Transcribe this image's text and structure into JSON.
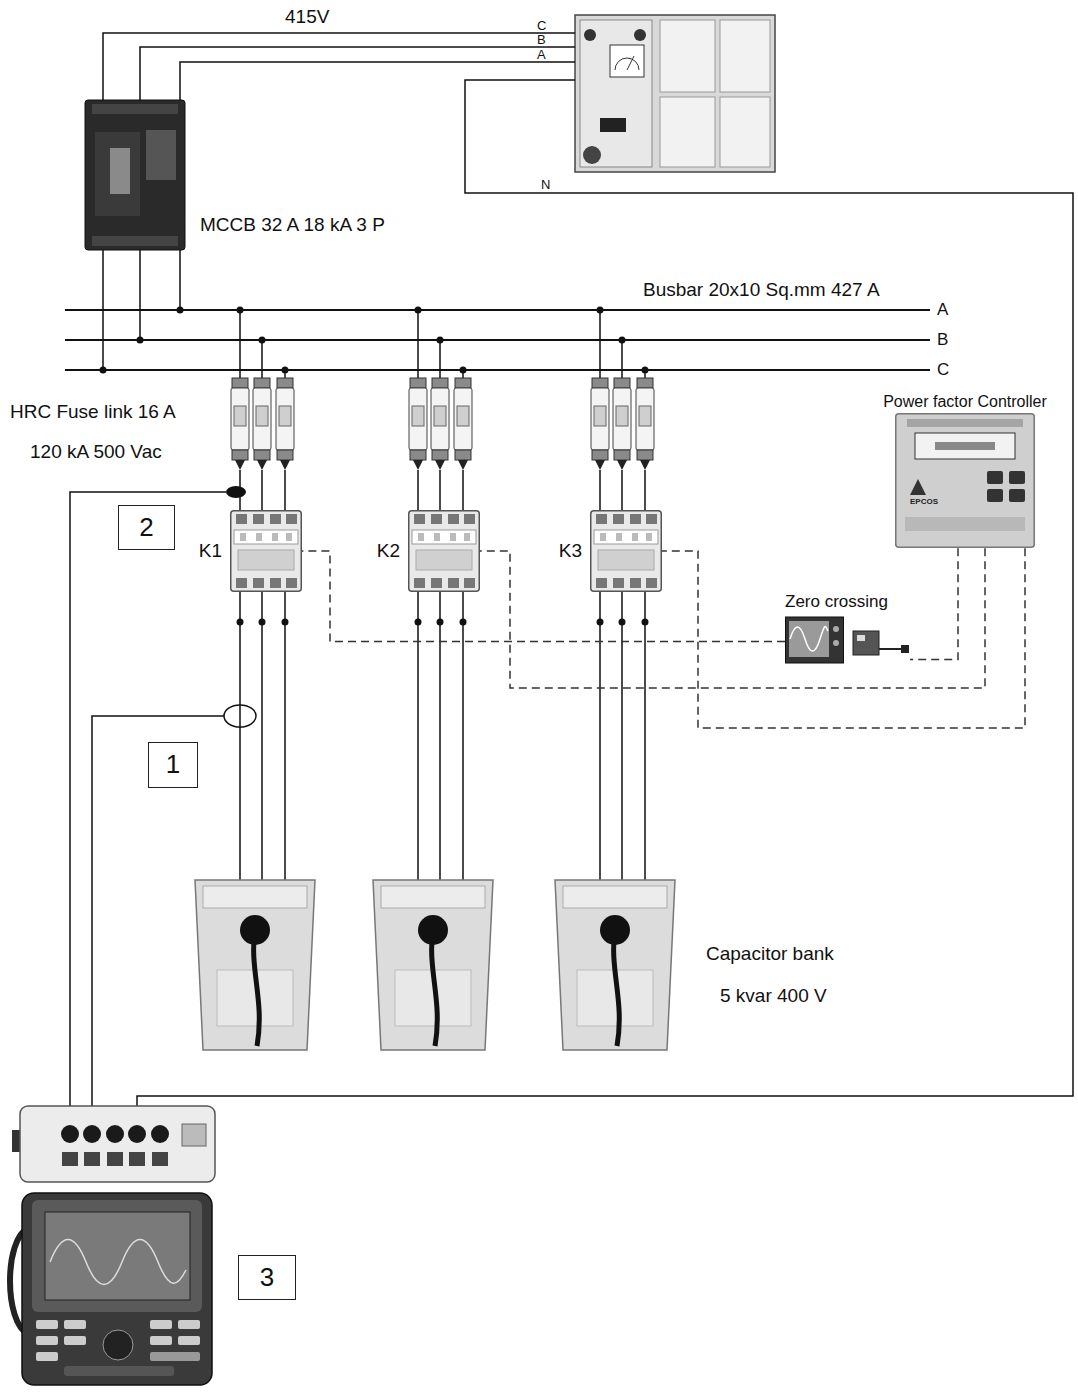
{
  "diagram": {
    "nodes": [
      {
        "text": [
          "Power factor Controller"
        ]
      },
      {
        "text": [
          "2"
        ]
      },
      {
        "text": [
          "K1"
        ]
      },
      {
        "text": [
          "K2"
        ]
      },
      {
        "text": [
          "K3"
        ]
      },
      {
        "text": [
          "Zero crossing"
        ]
      },
      {
        "text": [
          "1"
        ]
      },
      {
        "text": [
          "3"
        ]
      }
    ],
    "edges": [
      {
        "from": 0,
        "to": 3,
        "arrow": "none"
      },
      {
        "from": 5,
        "to": 2,
        "arrow": "none"
      },
      {
        "from": 0,
        "to": 5,
        "arrow": "none"
      },
      {
        "from": 0,
        "to": 4,
        "arrow": "none"
      }
    ],
    "labels": [
      "415V",
      "C",
      "B",
      "A",
      "N",
      "Busbar 20x10 Sq.mm 427 A",
      "A",
      "B",
      "C",
      "HRC Fuse link 16 A",
      "120 kA 500 Vac",
      "Capacitor bank",
      "5 kvar 400 V",
      "MCCB 32 A 18 kA 3 P",
      "EPCOS"
    ]
  }
}
